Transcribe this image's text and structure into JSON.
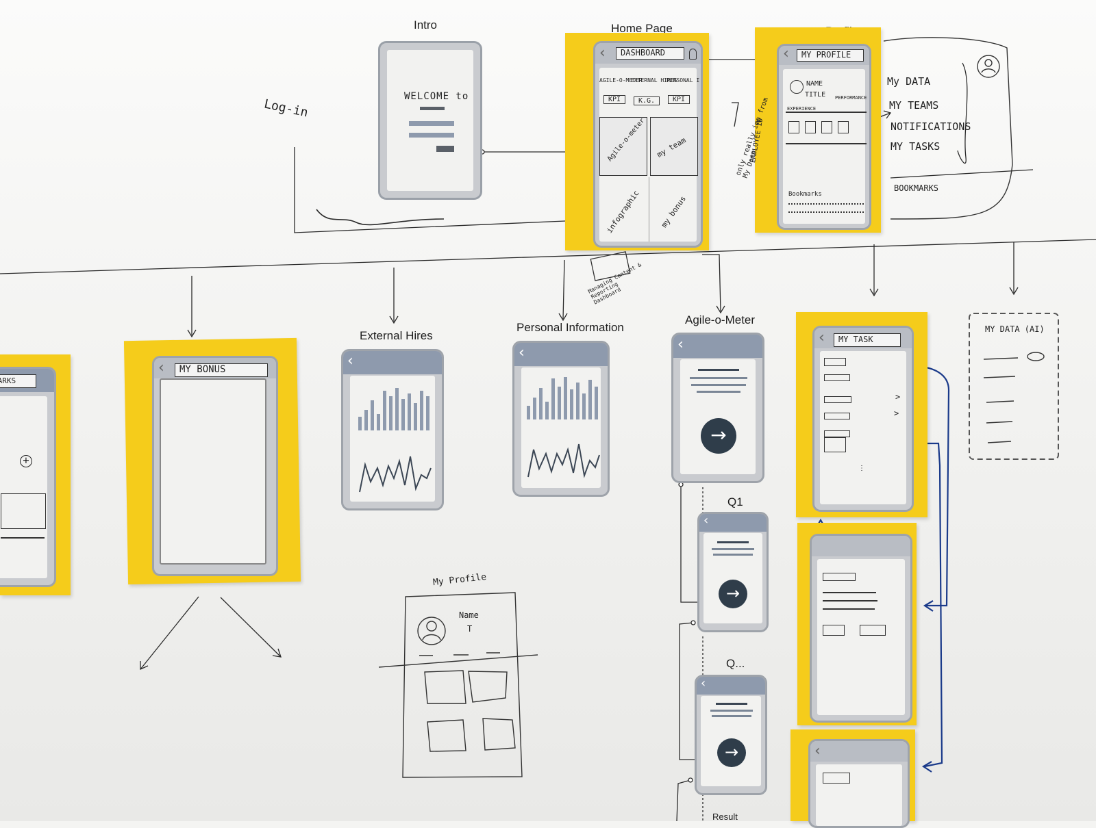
{
  "screens": {
    "intro": {
      "label": "Intro",
      "welcome_text": "WELCOME to"
    },
    "home": {
      "label": "Home Page",
      "header": "DASHBOARD",
      "tiles": [
        "AGILE-O-METER",
        "EXTERNAL HIRES",
        "PERSONAL INFO"
      ],
      "tile_small": [
        "KPI",
        "K.G.",
        "KPI"
      ],
      "cards": [
        "Agile-o-meter",
        "my team",
        "infographic",
        "my bonus"
      ]
    },
    "profile": {
      "label": "Profile",
      "header": "MY PROFILE",
      "name_text": "NAME",
      "title_text": "TITLE",
      "left_tag": "EXPERIENCE",
      "right_tag": "PERFORMANCE",
      "bookmarks_text": "Bookmarks"
    },
    "my_bonus": {
      "header": "MY BONUS"
    },
    "external_hires": {
      "label": "External Hires"
    },
    "personal_information": {
      "label": "Personal Information"
    },
    "agile_o_meter": {
      "label": "Agile-o-Meter"
    },
    "q1": {
      "label": "Q1"
    },
    "q_more": {
      "label": "Q..."
    },
    "result": {
      "label": "Result"
    },
    "my_task": {
      "header": "MY TASK"
    },
    "my_data": {
      "header": "MY DATA (AI)"
    },
    "my_profile_sketch": {
      "label": "My Profile",
      "name_text": "Name",
      "title_text": "T"
    },
    "partial_left": {
      "header": "MARKS"
    }
  },
  "notes": {
    "login": "Log-in",
    "only_relevant": "only really imp from My Data",
    "employee_id": "EMPLOYEE ID",
    "list": [
      "My DATA",
      "MY TEAMS",
      "NOTIFICATIONS",
      "MY TASKS"
    ],
    "bookmarks": "BOOKMARKS",
    "managing": "Managing Content & Reporting Dashboard"
  },
  "colors": {
    "sticky": "#f5cc1b",
    "phone_bar": "#8e9aad",
    "pen_blue": "#1a3a8a",
    "pen_black": "#222222"
  }
}
